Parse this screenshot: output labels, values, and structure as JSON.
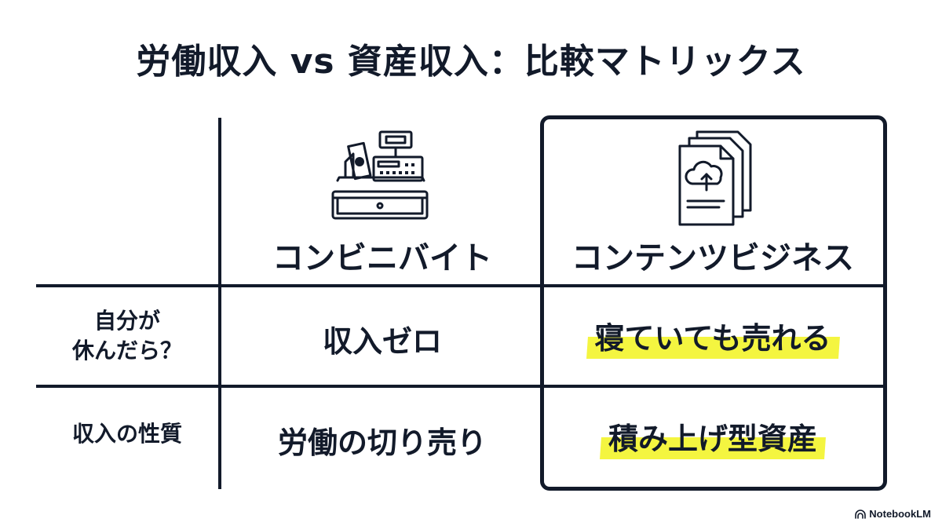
{
  "title": "労働収入 vs 資産収入：比較マトリックス",
  "columns": [
    {
      "label": "コンビニバイト",
      "icon": "cash-register-icon"
    },
    {
      "label": "コンテンツビジネス",
      "icon": "cloud-upload-documents-icon"
    }
  ],
  "rows": [
    {
      "label": "自分が休んだら？",
      "label_lines": [
        "自分が",
        "休んだら？"
      ],
      "cells": [
        "収入ゼロ",
        "寝ていても売れる"
      ]
    },
    {
      "label": "収入の性質",
      "label_lines": [
        "収入の性質"
      ],
      "cells": [
        "労働の切り売り",
        "積み上げ型資産"
      ]
    }
  ],
  "highlight_color": "#f4f540",
  "ink_color": "#121a2a",
  "brand": "NotebookLM"
}
